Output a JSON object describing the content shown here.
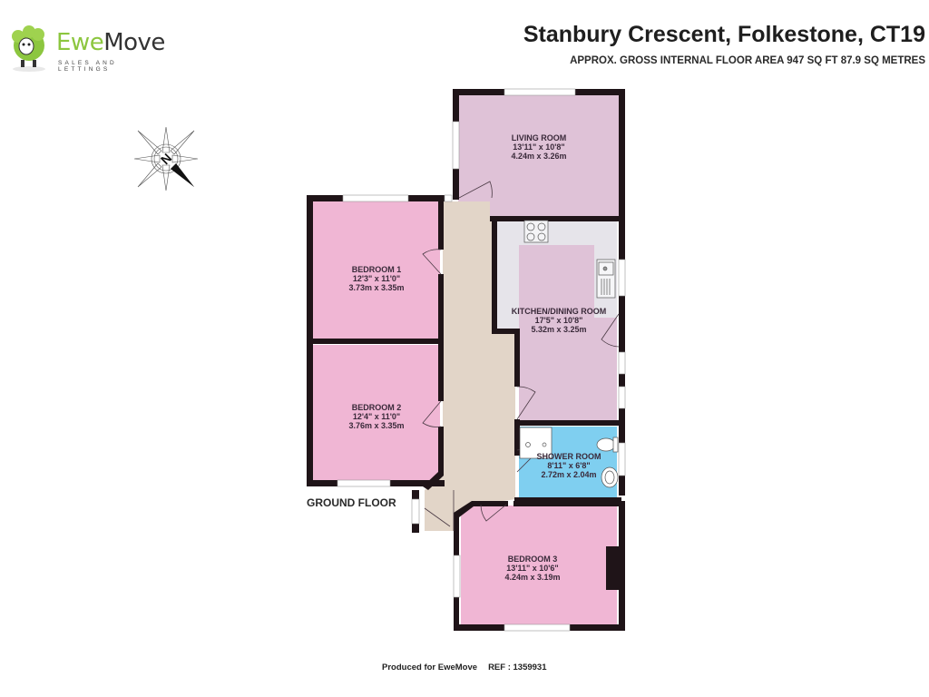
{
  "brand": {
    "name_part1": "Ewe",
    "name_part2": "Move",
    "tagline": "SALES AND LETTINGS",
    "colors": {
      "green": "#8cc63f",
      "dark": "#333333"
    }
  },
  "header": {
    "title": "Stanbury Crescent, Folkestone, CT19",
    "subtitle": "APPROX. GROSS INTERNAL FLOOR AREA 947 SQ FT 87.9 SQ METRES"
  },
  "compass": {
    "label": "N",
    "icon": "compass-rose-icon"
  },
  "floor": {
    "label": "GROUND FLOOR"
  },
  "rooms": [
    {
      "id": "living-room",
      "name": "LIVING ROOM",
      "imperial": "13'11\"  x 10'8\"",
      "metric": "4.24m  x 3.26m",
      "color": "#dfc2d7"
    },
    {
      "id": "bedroom-1",
      "name": "BEDROOM 1",
      "imperial": "12'3\"  x 11'0\"",
      "metric": "3.73m  x 3.35m",
      "color": "#f0b6d4"
    },
    {
      "id": "kitchen-dining",
      "name": "KITCHEN/DINING ROOM",
      "imperial": "17'5\"  x 10'8\"",
      "metric": "5.32m  x 3.25m",
      "color": "#dfc2d7"
    },
    {
      "id": "bedroom-2",
      "name": "BEDROOM 2",
      "imperial": "12'4\"  x 11'0\"",
      "metric": "3.76m  x 3.35m",
      "color": "#f0b6d4"
    },
    {
      "id": "shower-room",
      "name": "SHOWER ROOM",
      "imperial": "8'11\"  x 6'8\"",
      "metric": "2.72m  x 2.04m",
      "color": "#7fcff0"
    },
    {
      "id": "bedroom-3",
      "name": "BEDROOM 3",
      "imperial": "13'11\"  x 10'6\"",
      "metric": "4.24m  x 3.19m",
      "color": "#f0b6d4"
    }
  ],
  "colors": {
    "wall": "#1f1418",
    "hallway": "#e2d5c8",
    "kitchen_counter": "#e6e4ea"
  },
  "footer": {
    "produced_for": "Produced for EweMove",
    "ref": "REF : 1359931"
  }
}
